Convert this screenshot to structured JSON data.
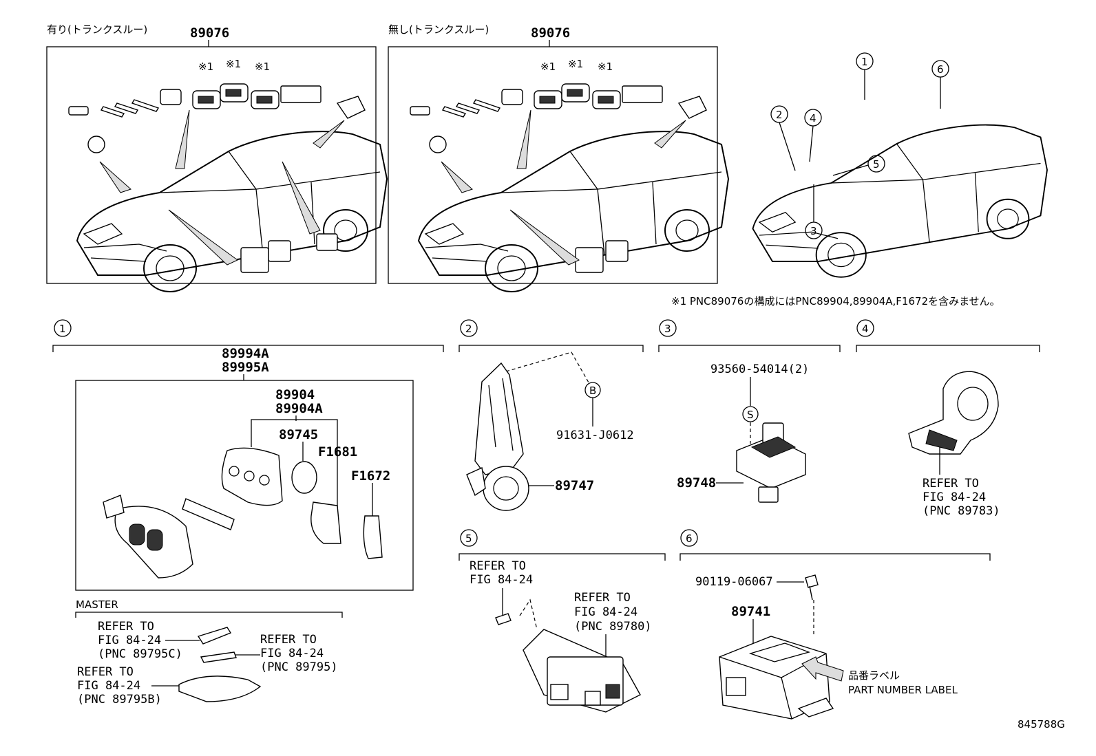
{
  "top": {
    "left_panel": {
      "heading": "有り(トランクスルー)",
      "pnc": "89076",
      "note_marks": [
        "※1",
        "※1",
        "※1"
      ]
    },
    "mid_panel": {
      "heading": "無し(トランクスルー)",
      "pnc": "89076",
      "note_marks": [
        "※1",
        "※1",
        "※1"
      ]
    },
    "locator_callouts": [
      "1",
      "2",
      "3",
      "4",
      "5",
      "6"
    ],
    "footnote": "※1 PNC89076の構成にはPNC89904,89904A,F1672を含みません。"
  },
  "sections": {
    "s1": {
      "number": "1",
      "box_labels": [
        "89994A",
        "89995A"
      ],
      "sub_labels": [
        "89904",
        "89904A"
      ],
      "parts": [
        "89745",
        "F1681",
        "F1672"
      ],
      "master": {
        "title": "MASTER",
        "refs": [
          {
            "lines": [
              "REFER TO",
              "FIG 84-24",
              "(PNC 89795C)"
            ]
          },
          {
            "lines": [
              "REFER TO",
              "FIG 84-24",
              "(PNC 89795)"
            ]
          },
          {
            "lines": [
              "REFER TO",
              "FIG 84-24",
              "(PNC 89795B)"
            ]
          }
        ]
      }
    },
    "s2": {
      "number": "2",
      "marker": "B",
      "part_a": "91631-J0612",
      "part_b": "89747"
    },
    "s3": {
      "number": "3",
      "marker": "S",
      "part_a": "93560-54014(2)",
      "part_b": "89748"
    },
    "s4": {
      "number": "4",
      "ref": [
        "REFER TO",
        "FIG 84-24",
        "(PNC 89783)"
      ]
    },
    "s5": {
      "number": "5",
      "ref_a": [
        "REFER TO",
        "FIG 84-24"
      ],
      "ref_b": [
        "REFER TO",
        "FIG 84-24",
        "(PNC 89780)"
      ]
    },
    "s6": {
      "number": "6",
      "part_a": "90119-06067",
      "part_b": "89741",
      "label_jp": "品番ラベル",
      "label_en": "PART NUMBER LABEL"
    }
  },
  "drawing_code": "845788G"
}
